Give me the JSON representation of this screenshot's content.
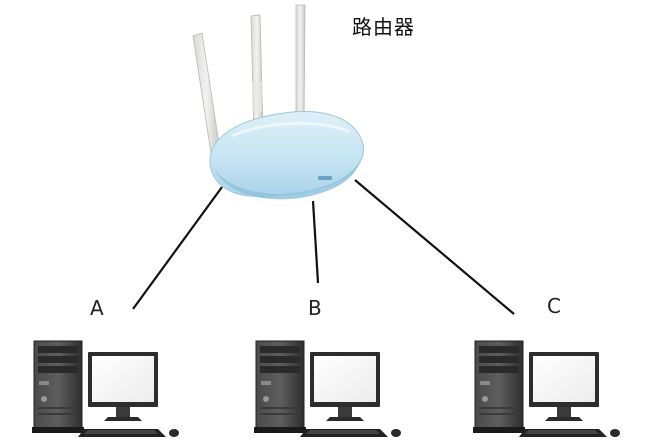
{
  "diagram": {
    "router_label": "路由器",
    "computers": [
      {
        "label": "A"
      },
      {
        "label": "B"
      },
      {
        "label": "C"
      }
    ]
  }
}
